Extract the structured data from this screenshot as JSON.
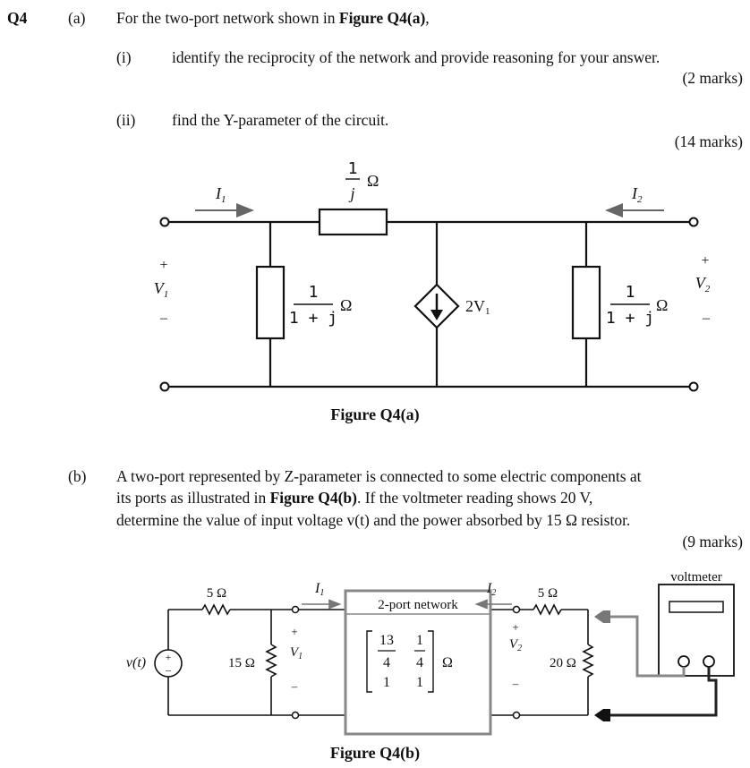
{
  "question": {
    "number": "Q4",
    "part_a": {
      "label": "(a)",
      "intro_prefix": "For the two-port network shown in ",
      "intro_figure": "Figure Q4(a)",
      "intro_suffix": ",",
      "i_label": "(i)",
      "i_text": "identify the reciprocity of the network and provide reasoning for your answer.",
      "i_marks": "(2 marks)",
      "ii_label": "(ii)",
      "ii_text": "find the Y-parameter of the circuit.",
      "ii_marks": "(14 marks)"
    },
    "part_b": {
      "label": "(b)",
      "line1": "A two-port represented by Z-parameter is connected to some electric components at",
      "line2_prefix": "its ports as illustrated in ",
      "line2_figure": "Figure Q4(b)",
      "line2_suffix": ".  If the voltmeter reading shows 20 V,",
      "line3": "determine the value of input voltage v(t) and the power absorbed by 15 Ω resistor.",
      "marks": "(9 marks)"
    }
  },
  "figure_a": {
    "caption": "Figure Q4(a)",
    "top_resistor_num": "1",
    "top_resistor_den": "j",
    "ohm": "Ω",
    "shunt_num": "1",
    "shunt_den": "1 + j",
    "source_label": "2V",
    "source_sub": "1",
    "I1": "I",
    "I1_sub": "1",
    "I2": "I",
    "I2_sub": "2",
    "V1": "V",
    "V1_sub": "1",
    "V2": "V",
    "V2_sub": "2",
    "plus": "+",
    "minus": "–"
  },
  "figure_b": {
    "caption": "Figure Q4(b)",
    "r5_left": "5 Ω",
    "r15": "15 Ω",
    "r5_right": "5 Ω",
    "r20": "20 Ω",
    "source": "v(t)",
    "network_title": "2-port network",
    "z11": "13",
    "z11_den": "4",
    "z12": "1",
    "z12_den": "4",
    "z21": "1",
    "z22": "1",
    "ohm": "Ω",
    "voltmeter": "voltmeter",
    "I1": "I",
    "I1_sub": "1",
    "I2": "I",
    "I2_sub": "2",
    "V1": "V",
    "V1_sub": "1",
    "V2": "V",
    "V2_sub": "2",
    "plus": "+",
    "minus": "–"
  }
}
